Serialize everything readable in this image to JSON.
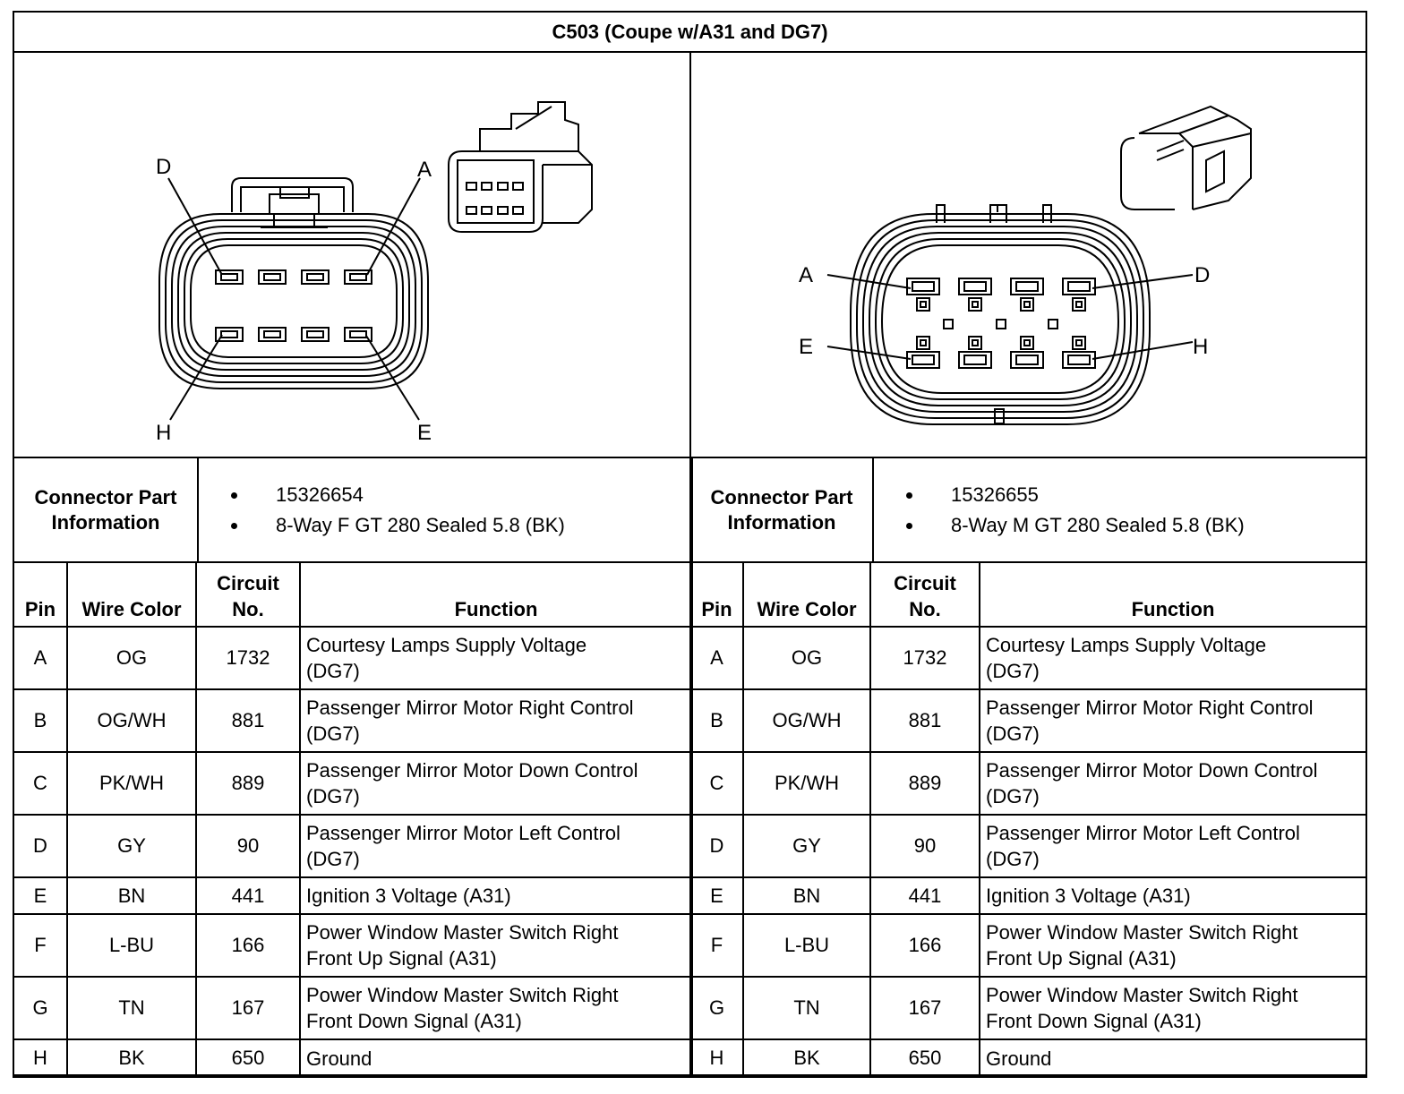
{
  "title": "C503 (Coupe w/A31 and DG7)",
  "diagram_left": {
    "labels": {
      "d": "D",
      "a": "A",
      "h": "H",
      "e": "E"
    }
  },
  "diagram_right": {
    "labels": {
      "a": "A",
      "d": "D",
      "e": "E",
      "h": "H"
    }
  },
  "left": {
    "info_label_1": "Connector Part",
    "info_label_2": "Information",
    "info_items": [
      "15326654",
      "8-Way F GT 280 Sealed 5.8 (BK)"
    ]
  },
  "right": {
    "info_label_1": "Connector Part",
    "info_label_2": "Information",
    "info_items": [
      "15326655",
      "8-Way M GT 280 Sealed 5.8 (BK)"
    ]
  },
  "headers": {
    "pin": "Pin",
    "wire": "Wire Color",
    "circuit_1": "Circuit",
    "circuit_2": "No.",
    "function": "Function"
  },
  "rows": [
    {
      "pin": "A",
      "wire": "OG",
      "circuit": "1732",
      "fn1": "Courtesy Lamps Supply Voltage",
      "fn2": "(DG7)"
    },
    {
      "pin": "B",
      "wire": "OG/WH",
      "circuit": "881",
      "fn1": "Passenger Mirror Motor Right Control",
      "fn2": "(DG7)"
    },
    {
      "pin": "C",
      "wire": "PK/WH",
      "circuit": "889",
      "fn1": "Passenger Mirror Motor Down Control",
      "fn2": "(DG7)"
    },
    {
      "pin": "D",
      "wire": "GY",
      "circuit": "90",
      "fn1": "Passenger Mirror Motor Left Control",
      "fn2": "(DG7)"
    },
    {
      "pin": "E",
      "wire": "BN",
      "circuit": "441",
      "fn1": "Ignition 3 Voltage (A31)",
      "fn2": ""
    },
    {
      "pin": "F",
      "wire": "L-BU",
      "circuit": "166",
      "fn1": "Power Window Master Switch Right",
      "fn2": "Front Up Signal (A31)"
    },
    {
      "pin": "G",
      "wire": "TN",
      "circuit": "167",
      "fn1": "Power Window Master Switch Right",
      "fn2": "Front Down Signal (A31)"
    },
    {
      "pin": "H",
      "wire": "BK",
      "circuit": "650",
      "fn1": "Ground",
      "fn2": ""
    }
  ]
}
